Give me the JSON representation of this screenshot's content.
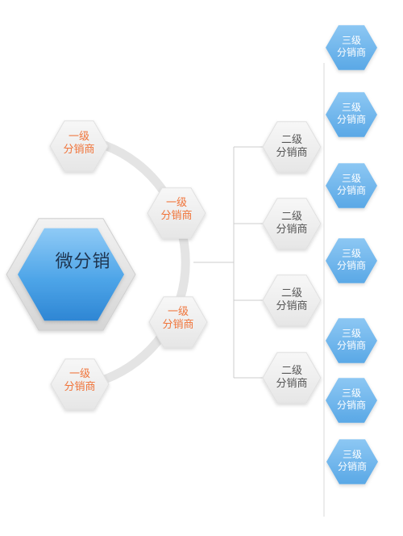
{
  "center": {
    "label": "微分销"
  },
  "level1": [
    {
      "line1": "一级",
      "line2": "分销商"
    },
    {
      "line1": "一级",
      "line2": "分销商"
    },
    {
      "line1": "一级",
      "line2": "分销商"
    },
    {
      "line1": "一级",
      "line2": "分销商"
    }
  ],
  "level2": [
    {
      "line1": "二级",
      "line2": "分销商"
    },
    {
      "line1": "二级",
      "line2": "分销商"
    },
    {
      "line1": "二级",
      "line2": "分销商"
    },
    {
      "line1": "二级",
      "line2": "分销商"
    }
  ],
  "level3": [
    {
      "line1": "三级",
      "line2": "分销商"
    },
    {
      "line1": "三级",
      "line2": "分销商"
    },
    {
      "line1": "三级",
      "line2": "分销商"
    },
    {
      "line1": "三级",
      "line2": "分销商"
    },
    {
      "line1": "三级",
      "line2": "分销商"
    },
    {
      "line1": "三级",
      "line2": "分销商"
    },
    {
      "line1": "三级",
      "line2": "分销商"
    }
  ],
  "colors": {
    "level1_text": "#f0743a",
    "level2_text": "#555555",
    "level3_text": "#ffffff",
    "center_text": "#1f3550",
    "grey_hex": "#eeeeee",
    "blue_hex": "#6fb6ec",
    "connector": "#cccccc",
    "arc": "#e6e6e6"
  }
}
